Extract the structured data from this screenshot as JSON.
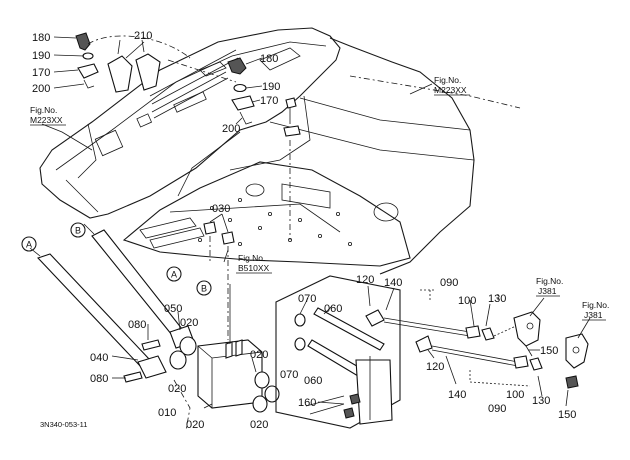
{
  "callouts": {
    "p180a": "180",
    "p190a": "190",
    "p170a": "170",
    "p200a": "200",
    "p210": "210",
    "p180b": "180",
    "p190b": "190",
    "p170b": "170",
    "p200b": "200",
    "p030": "030",
    "p120a": "120",
    "p140a": "140",
    "p090a": "090",
    "p100a": "100",
    "p130a": "130",
    "p070a": "070",
    "p060a": "060",
    "p050": "050",
    "p080a": "080",
    "p020a": "020",
    "p040": "040",
    "p080b": "080",
    "p020b": "020",
    "p010": "010",
    "p020c": "020",
    "p020d": "020",
    "p020e": "020",
    "p070b": "070",
    "p060b": "060",
    "p160": "160",
    "p120b": "120",
    "p140b": "140",
    "p090b": "090",
    "p100b": "100",
    "p130b": "130",
    "p150a": "150",
    "p150b": "150"
  },
  "fig_refs": {
    "left_label": "Fig.No.",
    "left_code": "M223XX",
    "right_label": "Fig.No.",
    "right_code": "M223XX",
    "mid_label": "Fig.No.",
    "mid_code": "B510XX",
    "j1_label": "Fig.No.",
    "j1_code": "J381",
    "j2_label": "Fig.No.",
    "j2_code": "J381"
  },
  "markers": {
    "a1": "A",
    "b1": "B",
    "a2": "A",
    "b2": "B"
  },
  "drawing_code": "3N340-053-11"
}
